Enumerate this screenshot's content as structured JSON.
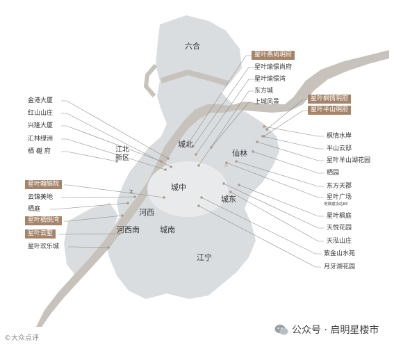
{
  "districts": {
    "luhe": "六合",
    "jiangbei": "江北\n新区",
    "chengbei": "城北",
    "xianlin": "仙林",
    "chengzhong": "城中",
    "chengdong": "城东",
    "hexi": "河西",
    "hexinan": "河西南",
    "chengnan": "城南",
    "jiangning": "江宁",
    "jiang_small": "江"
  },
  "left_labels": [
    {
      "id": "jinguang",
      "text": "金港大厦",
      "boxed": false
    },
    {
      "id": "hongshan",
      "text": "红山山庄",
      "boxed": false
    },
    {
      "id": "xinglong",
      "text": "兴隆大厦",
      "boxed": false
    },
    {
      "id": "huilin",
      "text": "汇林绿洲",
      "boxed": false
    },
    {
      "id": "qixia",
      "text": "栖 樾 府",
      "boxed": false
    },
    {
      "id": "hanjin",
      "text": "星叶翰锦院",
      "boxed": true
    },
    {
      "id": "yunjin",
      "text": "云锦美地",
      "boxed": false
    },
    {
      "id": "qiting",
      "text": "栖庭",
      "boxed": false
    },
    {
      "id": "qiyuewan",
      "text": "星叶栖悦湾",
      "boxed": true
    },
    {
      "id": "yunxi",
      "text": "星叶云墅",
      "boxed": true
    },
    {
      "id": "huanle",
      "text": "星叶欢乐城",
      "boxed": false
    }
  ],
  "top_labels": [
    {
      "id": "yanshang",
      "text": "星叶燕尚玥府",
      "boxed": true
    },
    {
      "id": "yuxi_shang",
      "text": "星叶瑜憬尚府",
      "boxed": false
    },
    {
      "id": "yuxi_wan",
      "text": "星叶瑜憬湾",
      "boxed": false
    },
    {
      "id": "dongfang_cheng",
      "text": "东方城",
      "boxed": false
    },
    {
      "id": "shangcheng",
      "text": "上城风景",
      "boxed": false
    }
  ],
  "right_boxed": [
    {
      "id": "fengqing_yue",
      "text": "星叶枫情玥府",
      "boxed": true
    },
    {
      "id": "banshan_ming",
      "text": "星叶半山明府",
      "boxed": true
    }
  ],
  "right_labels": [
    {
      "id": "fengqing_shuian",
      "text": "枫情水岸",
      "boxed": false
    },
    {
      "id": "banshan_yunbu",
      "text": "半山云邸",
      "boxed": false
    },
    {
      "id": "yangshan",
      "text": "星叶羊山湖花园",
      "boxed": false
    },
    {
      "id": "qiyuan",
      "text": "栖园",
      "boxed": false
    },
    {
      "id": "dongfang_tianjun",
      "text": "东方天郡",
      "boxed": false
    },
    {
      "id": "guangchang",
      "text": "星叶广场",
      "boxed": false,
      "sub": "地铁建设站BP"
    },
    {
      "id": "fengting",
      "text": "星叶枫庭",
      "boxed": false
    },
    {
      "id": "tianyue",
      "text": "天悦花园",
      "boxed": false
    },
    {
      "id": "tianzhu",
      "text": "天泓山庄",
      "boxed": false
    },
    {
      "id": "zijin",
      "text": "紫金山水苑",
      "boxed": false
    },
    {
      "id": "yueya",
      "text": "月牙湖花园",
      "boxed": false
    }
  ],
  "footer": {
    "source": "©大众点评",
    "brand": "公众号 · 启明星楼市"
  },
  "colors": {
    "land": "#d9dde0",
    "river": "#c7c2bc",
    "box": "#a5846a",
    "line": "#8a8a8a",
    "pin": "#b09a88"
  }
}
